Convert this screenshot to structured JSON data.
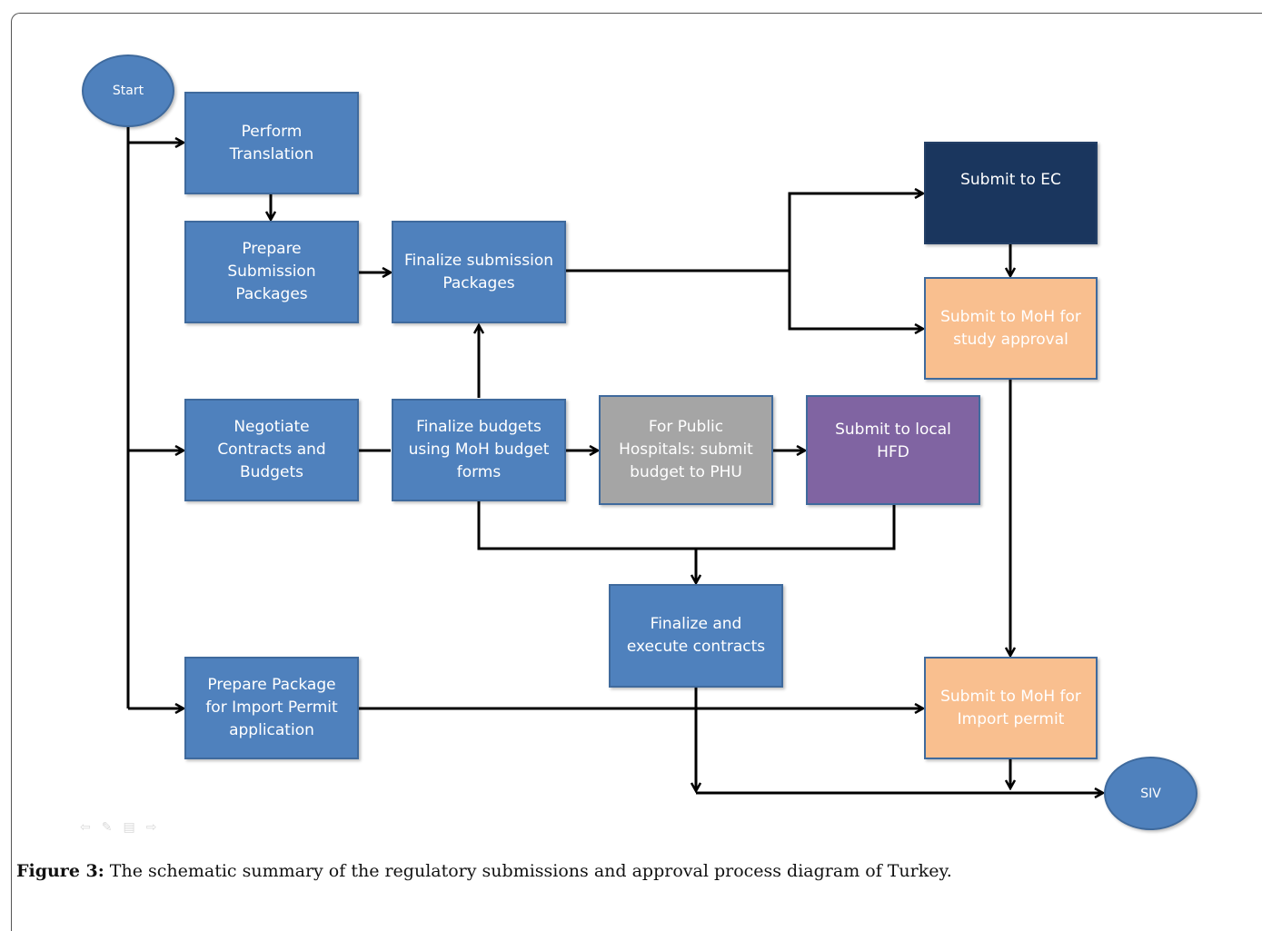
{
  "nodes": {
    "start": "Start",
    "perform_translation": "Perform\nTranslation",
    "prepare_submission": "Prepare\nSubmission\nPackages",
    "finalize_submission": "Finalize submission\nPackages",
    "submit_ec": "Submit to EC",
    "submit_moh_study": "Submit to MoH for\nstudy approval",
    "negotiate_contracts": "Negotiate\nContracts and\nBudgets",
    "finalize_budgets": "Finalize budgets\nusing MoH budget\nforms",
    "public_hospitals": "For Public\nHospitals: submit\nbudget to PHU",
    "submit_local_hfd": "Submit to local\nHFD",
    "finalize_execute": "Finalize and\nexecute contracts",
    "prepare_import": "Prepare Package\nfor Import Permit\napplication",
    "submit_moh_import": "Submit to MoH for\nImport permit",
    "siv": "SIV"
  },
  "colors": {
    "blue": "#4f81bd",
    "navy": "#1a365e",
    "peach": "#f9bf8f",
    "gray": "#a5a5a5",
    "purple": "#8064a2"
  },
  "toolbar_icons": [
    "back-arrow-icon",
    "pen-icon",
    "menu-icon",
    "forward-arrow-icon"
  ],
  "caption": {
    "label": "Figure 3:",
    "text": " The schematic summary of the regulatory submissions and approval process diagram of Turkey."
  }
}
